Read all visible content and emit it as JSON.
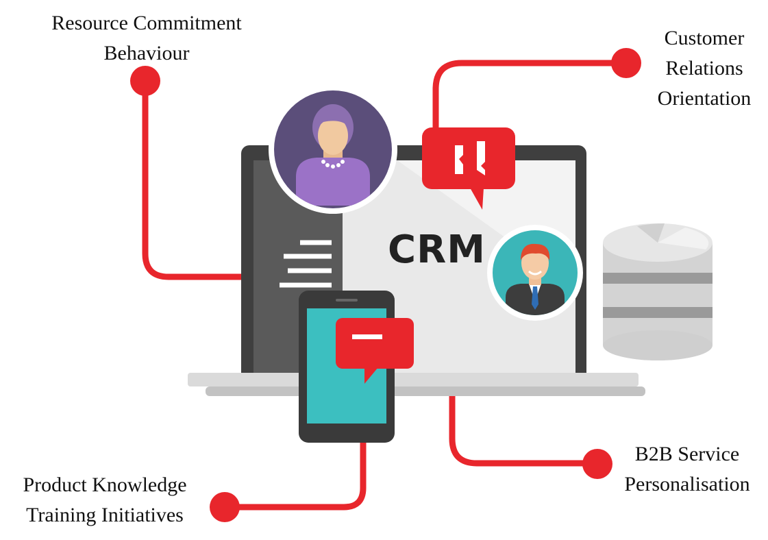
{
  "diagram": {
    "center_label": "CRM",
    "accent_color": "#e8262c",
    "labels": {
      "resource_commitment": [
        "Resource Commitment",
        "Behaviour"
      ],
      "customer_relations": [
        "Customer",
        "Relations",
        "Orientation"
      ],
      "product_knowledge": [
        "Product Knowledge",
        "Training Initiatives"
      ],
      "b2b_service": [
        "B2B Service",
        "Personalisation"
      ]
    },
    "icons": [
      "laptop-icon",
      "woman-avatar-icon",
      "man-avatar-icon",
      "phone-icon",
      "chat-bubble-icon",
      "database-icon"
    ]
  }
}
